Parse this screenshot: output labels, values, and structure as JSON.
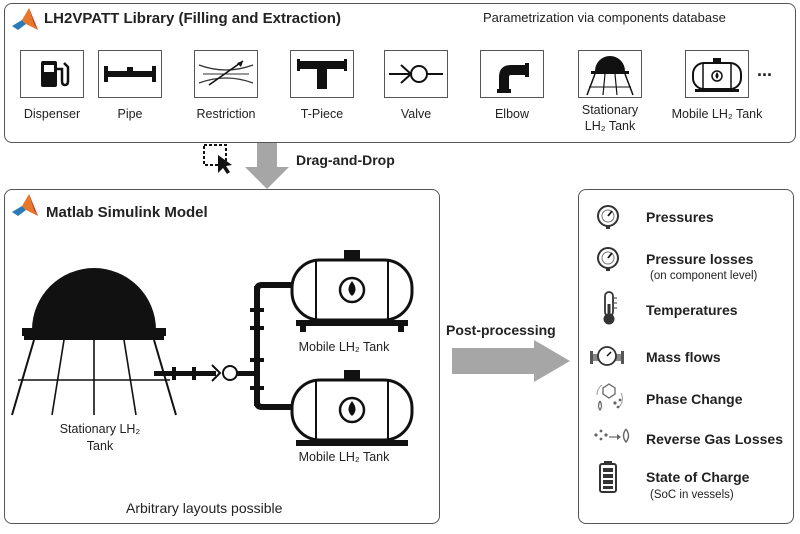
{
  "library": {
    "title": "LH2VPATT Library (Filling and Extraction)",
    "parametrization": "Parametrization via components database",
    "components": [
      {
        "label": "Dispenser",
        "icon": "fuel-dispenser-icon"
      },
      {
        "label": "Pipe",
        "icon": "pipe-icon"
      },
      {
        "label": "Restriction",
        "icon": "restriction-icon"
      },
      {
        "label": "T-Piece",
        "icon": "t-piece-icon"
      },
      {
        "label": "Valve",
        "icon": "valve-icon"
      },
      {
        "label": "Elbow",
        "icon": "elbow-icon"
      },
      {
        "label_line1": "Stationary",
        "label_line2": "LH₂ Tank",
        "icon": "stationary-tank-icon"
      },
      {
        "label": "Mobile LH₂ Tank",
        "icon": "mobile-tank-icon"
      }
    ],
    "ellipsis": "..."
  },
  "drag": {
    "label": "Drag-and-Drop"
  },
  "model": {
    "title": "Matlab Simulink Model",
    "stationary_tank_line1": "Stationary LH₂",
    "stationary_tank_line2": "Tank",
    "mobile_tank_top": "Mobile LH₂ Tank",
    "mobile_tank_bottom": "Mobile LH₂ Tank",
    "footer": "Arbitrary layouts possible"
  },
  "postprocessing": {
    "label": "Post-processing"
  },
  "outputs": [
    {
      "title": "Pressures",
      "icon": "pressure-gauge-icon"
    },
    {
      "title": "Pressure losses",
      "subtitle": "(on component level)",
      "icon": "pressure-gauge-icon"
    },
    {
      "title": "Temperatures",
      "icon": "thermometer-icon"
    },
    {
      "title": "Mass flows",
      "icon": "flow-meter-icon"
    },
    {
      "title": "Phase Change",
      "icon": "phase-change-icon"
    },
    {
      "title": "Reverse Gas Losses",
      "icon": "gas-loss-icon"
    },
    {
      "title": "State of Charge",
      "subtitle": "(SoC in vessels)",
      "icon": "battery-icon"
    }
  ],
  "colors": {
    "matlab_orange": "#e8762b",
    "arrow_gray": "#a6a6a6",
    "border": "#555555"
  }
}
